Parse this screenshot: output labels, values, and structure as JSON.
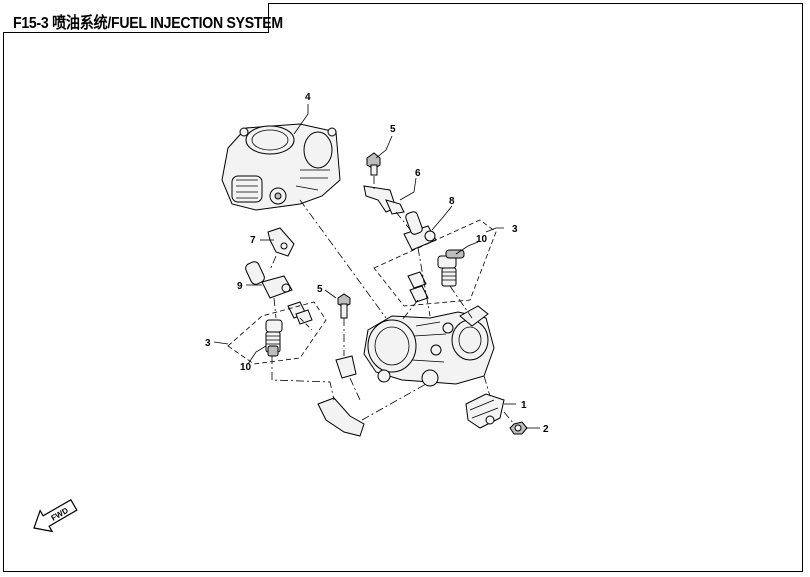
{
  "title": "F15-3 喷油系统/FUEL INJECTION SYSTEM",
  "callouts": {
    "c1": "1",
    "c2": "2",
    "c3a": "3",
    "c3b": "3",
    "c4": "4",
    "c5a": "5",
    "c5b": "5",
    "c6": "6",
    "c7": "7",
    "c8": "8",
    "c9": "9",
    "c10a": "10",
    "c10b": "10"
  },
  "direction_label": "FWD",
  "icons": [
    "forward-arrow-icon"
  ]
}
